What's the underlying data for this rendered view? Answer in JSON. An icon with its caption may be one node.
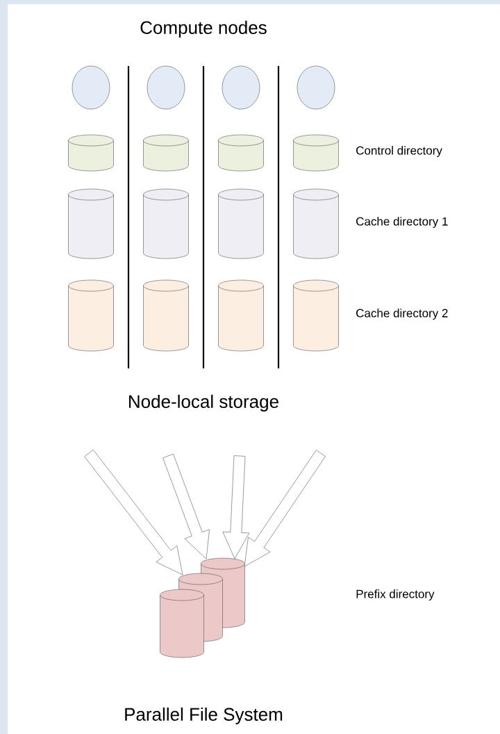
{
  "diagram": {
    "nodes": [
      {
        "text": [],
        "shape": "circle"
      },
      {
        "text": [],
        "shape": "circle"
      },
      {
        "text": [],
        "shape": "circle"
      },
      {
        "text": [],
        "shape": "circle"
      },
      {
        "text": [],
        "shape": "cylinder"
      },
      {
        "text": [],
        "shape": "cylinder"
      },
      {
        "text": [],
        "shape": "cylinder"
      },
      {
        "text": [],
        "shape": "cylinder"
      },
      {
        "text": [],
        "shape": "cylinder"
      },
      {
        "text": [],
        "shape": "cylinder"
      },
      {
        "text": [],
        "shape": "cylinder"
      },
      {
        "text": [],
        "shape": "cylinder"
      },
      {
        "text": [],
        "shape": "cylinder"
      },
      {
        "text": [],
        "shape": "cylinder"
      },
      {
        "text": [],
        "shape": "cylinder"
      },
      {
        "text": [],
        "shape": "cylinder"
      },
      {
        "text": [],
        "shape": "cylinder"
      },
      {
        "text": [],
        "shape": "cylinder"
      },
      {
        "text": [],
        "shape": "cylinder"
      }
    ],
    "edges": [
      {
        "from": null,
        "to": 17,
        "arrow": "to"
      },
      {
        "from": null,
        "to": 18,
        "arrow": "to"
      },
      {
        "from": null,
        "to": 18,
        "arrow": "to"
      },
      {
        "from": null,
        "to": 18,
        "arrow": "to"
      }
    ],
    "labels": [
      "Compute nodes",
      "Control directory",
      "Cache directory 1",
      "Cache directory 2",
      "Node-local storage",
      "Prefix directory",
      "Parallel File System"
    ]
  }
}
